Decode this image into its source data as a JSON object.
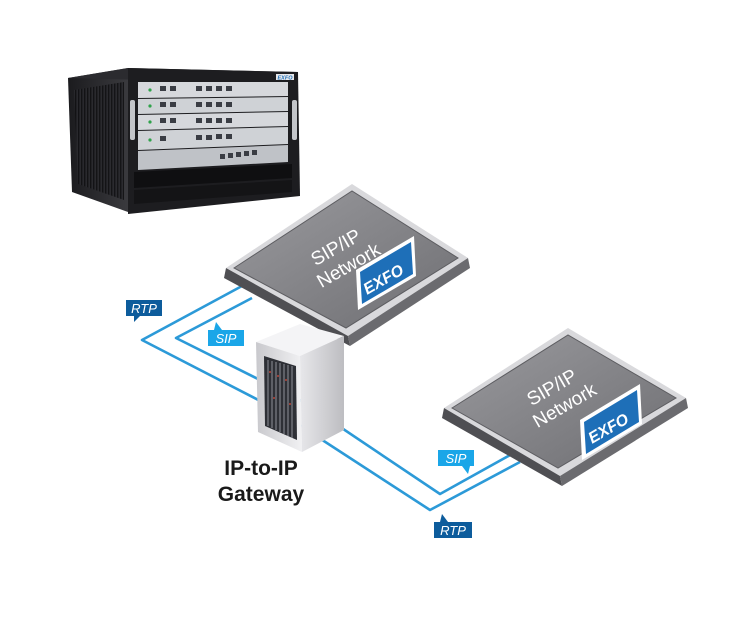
{
  "network_1": {
    "label_line1": "SIP/IP",
    "label_line2": "Network",
    "logo": "EXFO"
  },
  "network_2": {
    "label_line1": "SIP/IP",
    "label_line2": "Network",
    "logo": "EXFO"
  },
  "chassis": {
    "brand": "EXFO"
  },
  "tags": {
    "rtp_left": "RTP",
    "sip_left": "SIP",
    "sip_right": "SIP",
    "rtp_bottom": "RTP"
  },
  "gateway": {
    "label_line1": "IP-to-IP",
    "label_line2": "Gateway"
  },
  "colors": {
    "rtp_tag": "#0d5c9c",
    "sip_tag": "#1aa6e8",
    "line": "#2c9ad8",
    "tablet": "#8a8a8e",
    "logo_bg": "#1e6fb8"
  }
}
